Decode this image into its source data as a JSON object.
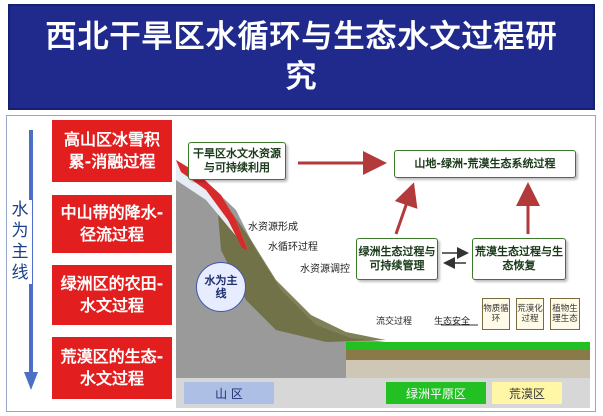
{
  "title": "西北干旱区水循环与生态水文过程研究",
  "vertical_label": "水为主线",
  "processes": [
    "高山区冰雪积累-消融过程",
    "中山带的降水-径流过程",
    "绿洲区的农田-水文过程",
    "荒漠区的生态-水文过程"
  ],
  "diagram": {
    "node_water_resources": "干旱区水文水资源与可持续利用",
    "node_ecosystem": "山地-绿洲-荒漠生态系统过程",
    "node_oasis": "绿洲生态过程与可持续管理",
    "node_desert": "荒漠生态过程与生态恢复",
    "label_formation": "水资源形成",
    "label_cycle": "水循环过程",
    "label_regulation": "水资源调控",
    "circle_label": "水为主线",
    "label_hydro_adjust": "流交过程",
    "label_eco_security": "生态安全",
    "small_box_1": "物质循环",
    "small_box_2": "荒漠化过程",
    "small_box_3": "植物生理生态",
    "zone_mountain": "山 区",
    "zone_oasis": "绿洲平原区",
    "zone_desert": "荒漠区"
  },
  "colors": {
    "banner": "#1f2a8c",
    "red_box": "#e31e1e",
    "arrow_red": "#b23a3a",
    "oasis_green": "#22c022",
    "mountain_zone": "#aebfe6",
    "desert_zone": "#fff6a6"
  }
}
